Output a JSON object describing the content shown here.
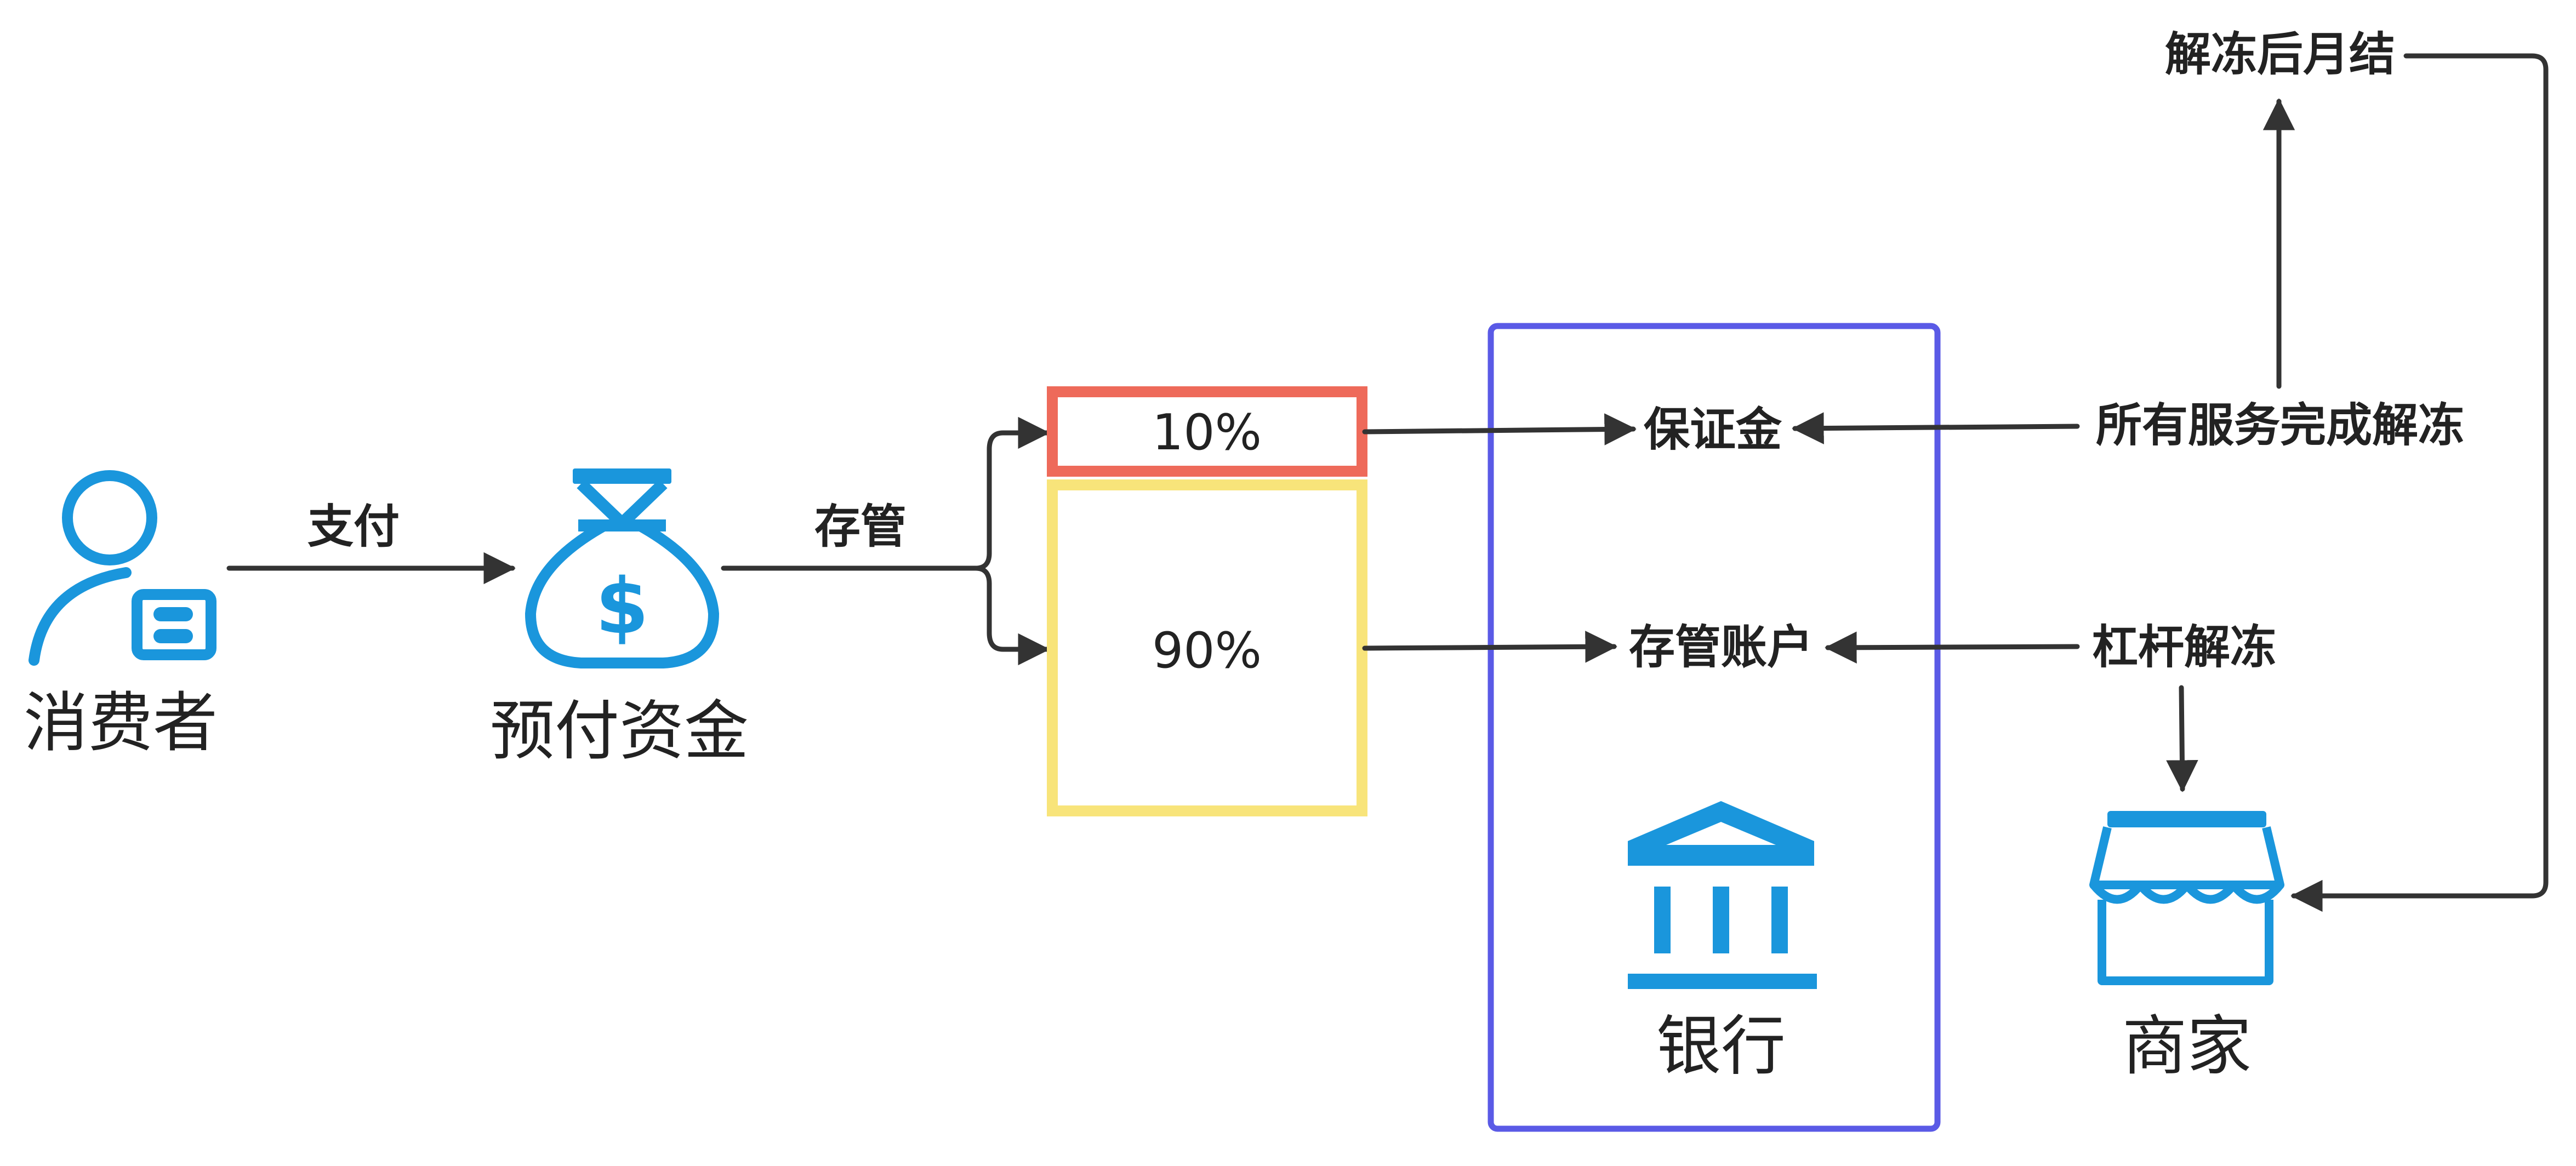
{
  "colors": {
    "icon_blue": "#1a96dc",
    "red_box": "#ee6a5a",
    "yellow_box": "#f8e47a",
    "bank_frame": "#5a5ae6",
    "arrow": "#333333",
    "text": "#222222"
  },
  "nodes": {
    "consumer": {
      "icon": "user-card-icon",
      "label": "消费者"
    },
    "prepaid": {
      "icon": "money-bag-icon",
      "label": "预付资金"
    },
    "bank": {
      "icon": "bank-building-icon",
      "label": "银行"
    },
    "merchant": {
      "icon": "storefront-icon",
      "label": "商家"
    }
  },
  "split": {
    "top_percent": "10%",
    "bottom_percent": "90%"
  },
  "edges": {
    "pay": "支付",
    "custody": "存管",
    "deposit": "保证金",
    "custody_account": "存管账户",
    "all_services_unfreeze": "所有服务完成解冻",
    "leverage_unfreeze": "杠杆解冻",
    "unfreeze_monthly": "解冻后月结"
  }
}
